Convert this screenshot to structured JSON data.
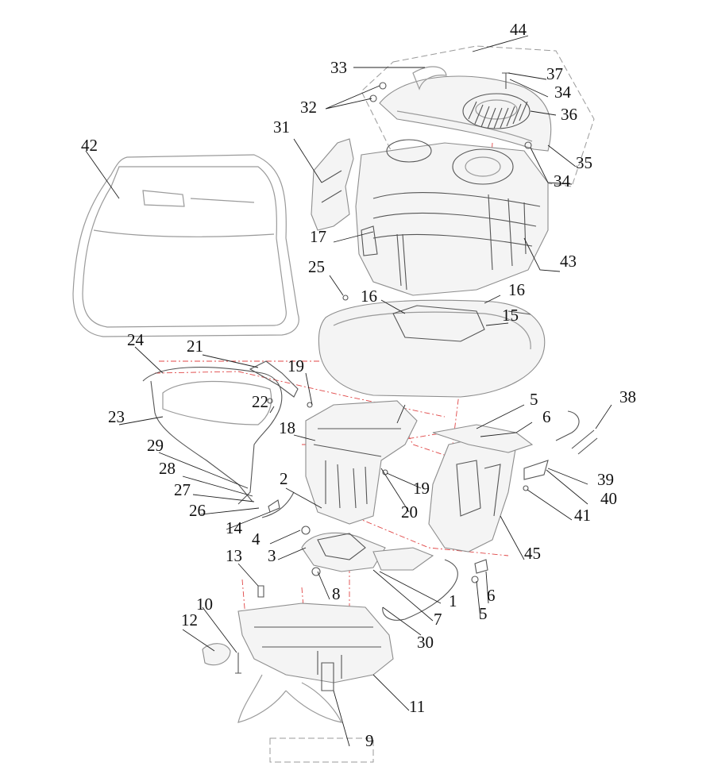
{
  "callouts": {
    "c1": "1",
    "c2": "2",
    "c3": "3",
    "c4": "4",
    "c5a": "5",
    "c5b": "5",
    "c6a": "6",
    "c6b": "6",
    "c7": "7",
    "c8": "8",
    "c9": "9",
    "c10": "10",
    "c11": "11",
    "c12": "12",
    "c13": "13",
    "c14": "14",
    "c15": "15",
    "c16a": "16",
    "c16b": "16",
    "c17": "17",
    "c18": "18",
    "c19a": "19",
    "c19b": "19",
    "c20": "20",
    "c21": "21",
    "c22": "22",
    "c23": "23",
    "c24": "24",
    "c25": "25",
    "c26": "26",
    "c27": "27",
    "c28": "28",
    "c29": "29",
    "c30": "30",
    "c31": "31",
    "c32": "32",
    "c33": "33",
    "c34a": "34",
    "c34b": "34",
    "c35": "35",
    "c36": "36",
    "c37": "37",
    "c38": "38",
    "c39": "39",
    "c40": "40",
    "c41": "41",
    "c42": "42",
    "c43": "43",
    "c44": "44",
    "c45": "45"
  }
}
